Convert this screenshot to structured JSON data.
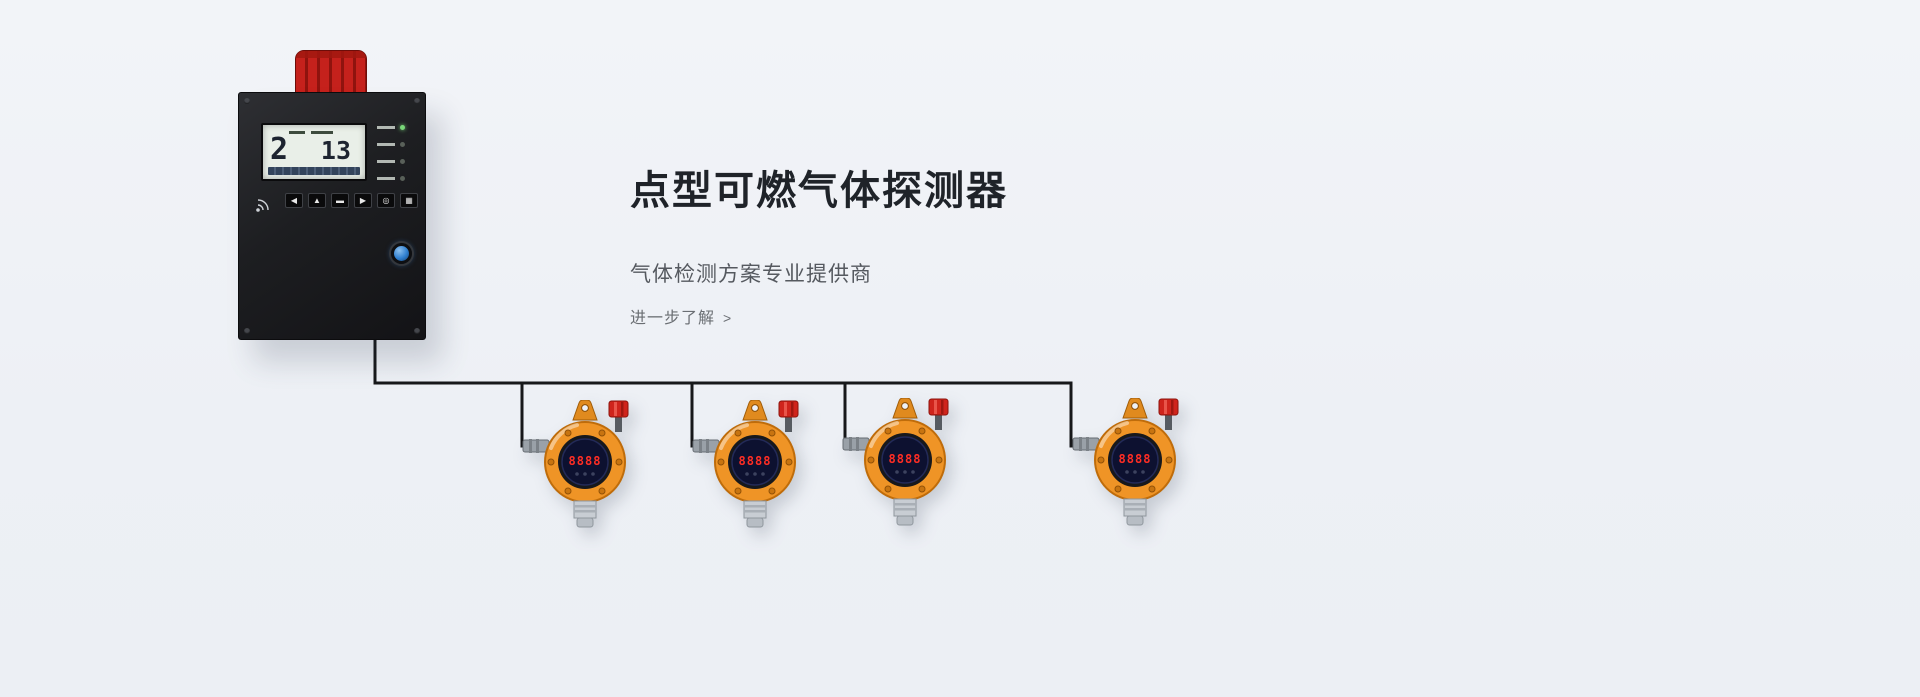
{
  "hero": {
    "title": "点型可燃气体探测器",
    "subtitle": "气体检测方案专业提供商",
    "cta_label": "进一步了解",
    "cta_arrow": ">"
  },
  "controller": {
    "lcd": {
      "value_left": "2",
      "value_right": "13"
    },
    "keypad": [
      "◀",
      "▲",
      "▬",
      "▶",
      "◎",
      "▦"
    ]
  },
  "detectors": [
    {
      "digits": "8888"
    },
    {
      "digits": "8888"
    },
    {
      "digits": "8888"
    },
    {
      "digits": "8888"
    }
  ],
  "colors": {
    "background": "#eef1f6",
    "wire": "#17181a",
    "detector_body": "#ef9426",
    "alarm_red": "#c5211c",
    "led_red": "#ff2d24",
    "title_text": "#1f2329",
    "subtitle_text": "#55595f",
    "link_text": "#6a6e73"
  }
}
